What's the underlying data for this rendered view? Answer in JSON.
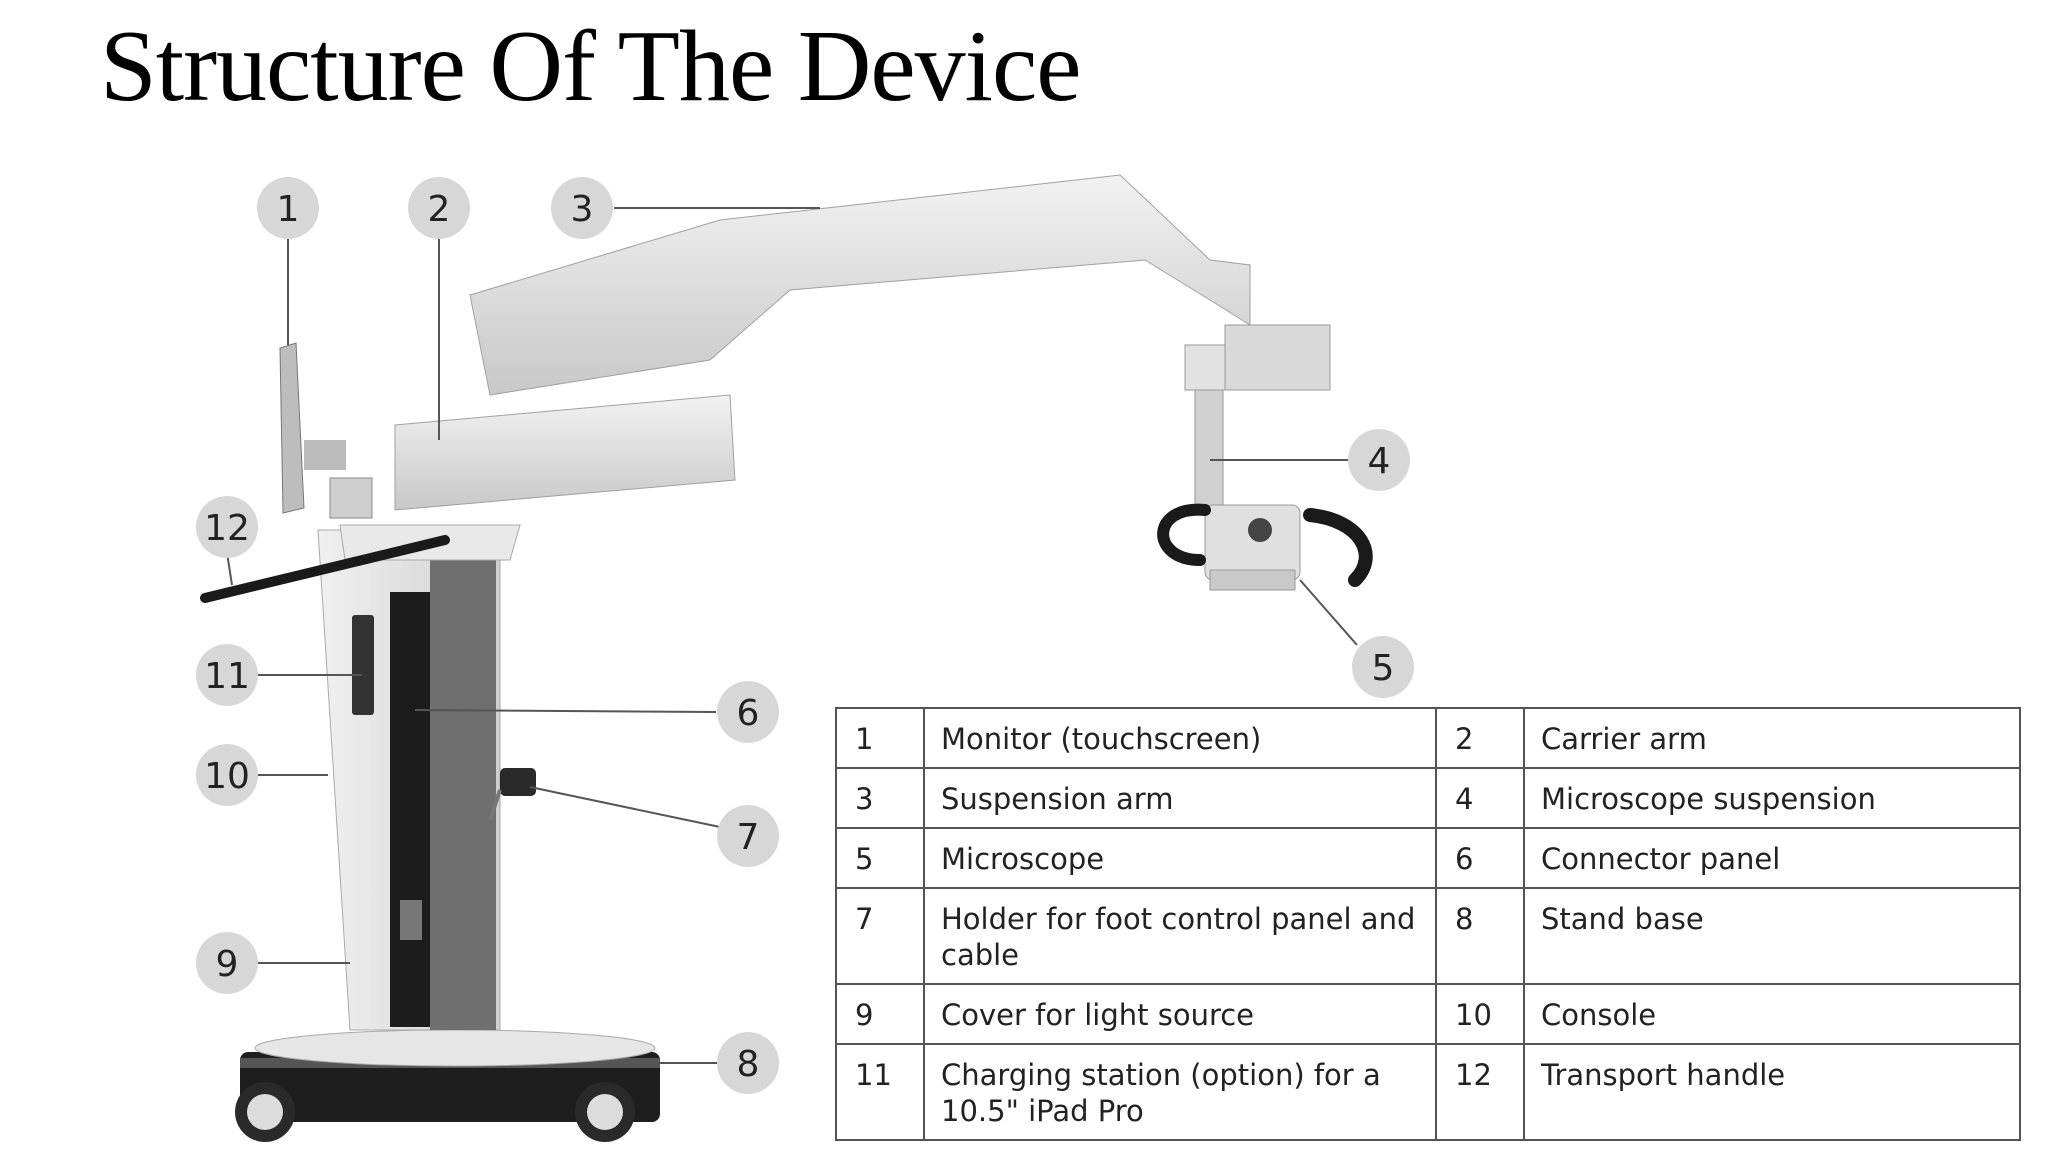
{
  "title": "Structure Of The Device",
  "callouts": [
    "1",
    "2",
    "3",
    "4",
    "5",
    "6",
    "7",
    "8",
    "9",
    "10",
    "11",
    "12"
  ],
  "legend": [
    [
      {
        "n": "1",
        "label": "Monitor (touchscreen)"
      },
      {
        "n": "2",
        "label": "Carrier arm"
      }
    ],
    [
      {
        "n": "3",
        "label": "Suspension arm"
      },
      {
        "n": "4",
        "label": "Microscope suspension"
      }
    ],
    [
      {
        "n": "5",
        "label": "Microscope"
      },
      {
        "n": "6",
        "label": "Connector panel"
      }
    ],
    [
      {
        "n": "7",
        "label": "Holder for foot control panel and cable"
      },
      {
        "n": "8",
        "label": "Stand base"
      }
    ],
    [
      {
        "n": "9",
        "label": "Cover for light source"
      },
      {
        "n": "10",
        "label": "Console"
      }
    ],
    [
      {
        "n": "11",
        "label": "Charging station (option) for a 10.5\" iPad Pro"
      },
      {
        "n": "12",
        "label": "Transport handle"
      }
    ]
  ],
  "colors": {
    "device_light": "#e4e4e4",
    "device_mid": "#c9c9c9",
    "device_dark": "#3a3a3a",
    "callout_fill": "#d7d7d7",
    "table_border": "#555555"
  }
}
